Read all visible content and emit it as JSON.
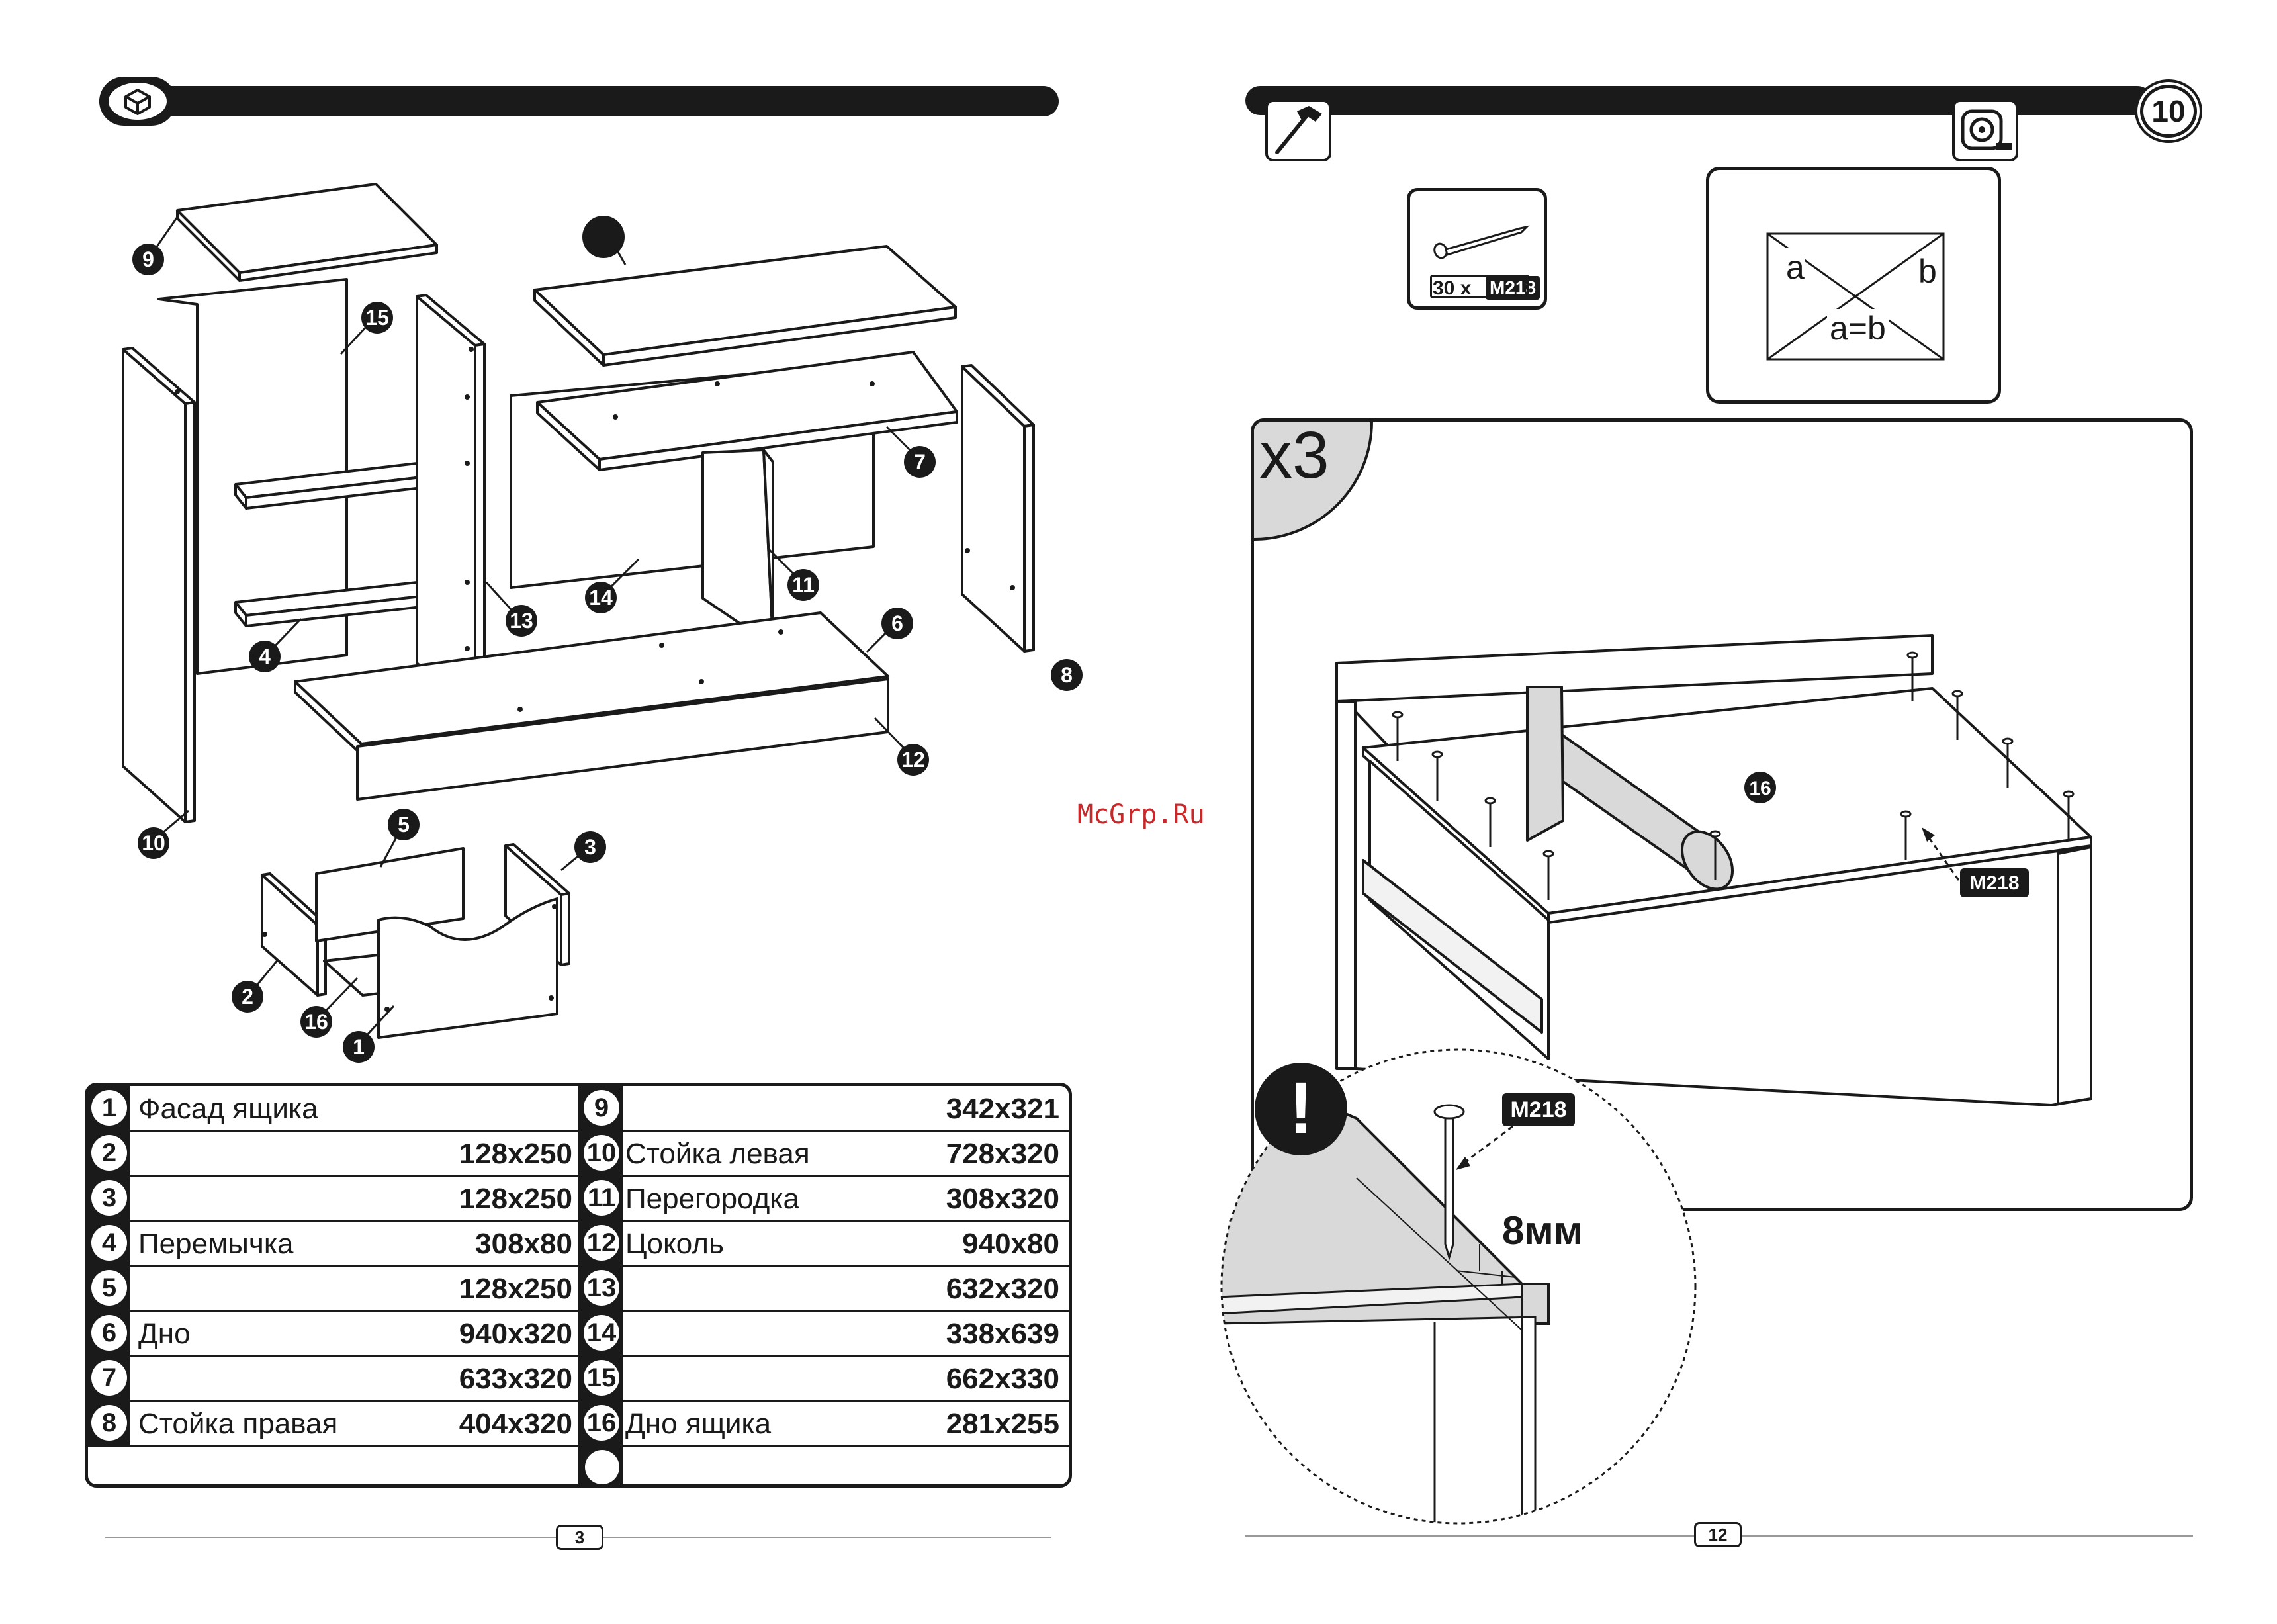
{
  "left_page": {
    "page_number": "3",
    "part_labels": [
      "1",
      "2",
      "3",
      "4",
      "5",
      "6",
      "7",
      "8",
      "9",
      "10",
      "11",
      "12",
      "13",
      "14",
      "15",
      "16"
    ],
    "parts": [
      {
        "num": "1",
        "name": "Фасад ящика",
        "size": ""
      },
      {
        "num": "2",
        "name": "",
        "size": "128x250"
      },
      {
        "num": "3",
        "name": "",
        "size": "128x250"
      },
      {
        "num": "4",
        "name": "Перемычка",
        "size": "308x80"
      },
      {
        "num": "5",
        "name": "",
        "size": "128x250"
      },
      {
        "num": "6",
        "name": "Дно",
        "size": "940x320"
      },
      {
        "num": "7",
        "name": "",
        "size": "633x320"
      },
      {
        "num": "8",
        "name": "Стойка правая",
        "size": "404x320"
      }
    ],
    "parts_right": [
      {
        "num": "9",
        "name": "",
        "size": "342x321"
      },
      {
        "num": "10",
        "name": "Стойка левая",
        "size": "728x320"
      },
      {
        "num": "11",
        "name": "Перегородка",
        "size": "308x320"
      },
      {
        "num": "12",
        "name": "Цоколь",
        "size": "940x80"
      },
      {
        "num": "13",
        "name": "",
        "size": "632x320"
      },
      {
        "num": "14",
        "name": "",
        "size": "338x639"
      },
      {
        "num": "15",
        "name": "",
        "size": "662x330"
      },
      {
        "num": "16",
        "name": "Дно ящика",
        "size": "281x255"
      }
    ]
  },
  "right_page": {
    "page_number": "12",
    "step_number": "10",
    "fastener": {
      "quantity": "30 x",
      "code": "M218"
    },
    "square_check": {
      "a": "a",
      "b": "b",
      "rule": "a=b"
    },
    "multiplier": "x3",
    "part_label": "16",
    "callout_label": "M218",
    "detail_label": "M218",
    "detail_distance": "8мм",
    "warning_symbol": "!"
  },
  "watermark": "McGrp.Ru"
}
